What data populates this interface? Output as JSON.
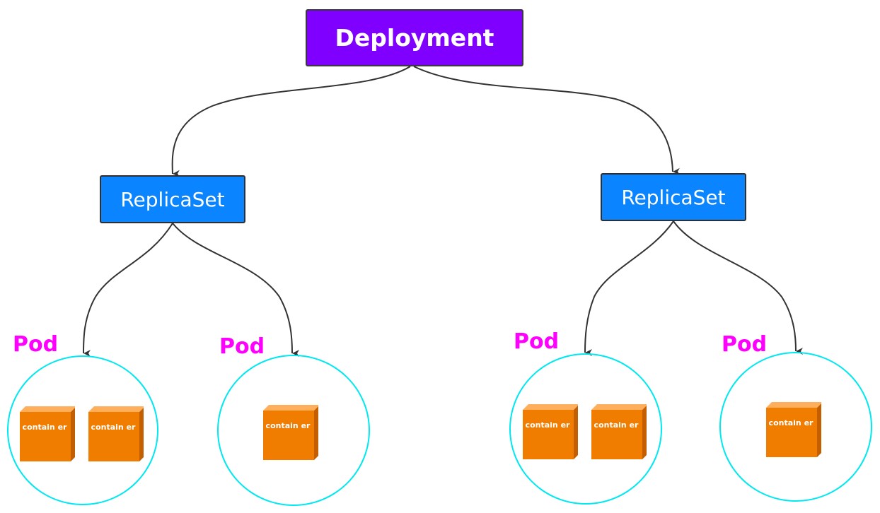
{
  "deployment": {
    "label": "Deployment"
  },
  "replicasets": [
    {
      "label": "ReplicaSet"
    },
    {
      "label": "ReplicaSet"
    }
  ],
  "pods": [
    {
      "label": "Pod",
      "containers": [
        {
          "label": "contain er"
        },
        {
          "label": "contain er"
        }
      ]
    },
    {
      "label": "Pod",
      "containers": [
        {
          "label": "contain er"
        }
      ]
    },
    {
      "label": "Pod",
      "containers": [
        {
          "label": "contain er"
        },
        {
          "label": "contain er"
        }
      ]
    },
    {
      "label": "Pod",
      "containers": [
        {
          "label": "contain er"
        }
      ]
    }
  ],
  "colors": {
    "deployment": "#7f00ff",
    "replicaset": "#0a84ff",
    "pod_label": "#ff00ff",
    "pod_outline": "#00e8f0",
    "container": "#f07c00",
    "arrow": "#333333"
  }
}
